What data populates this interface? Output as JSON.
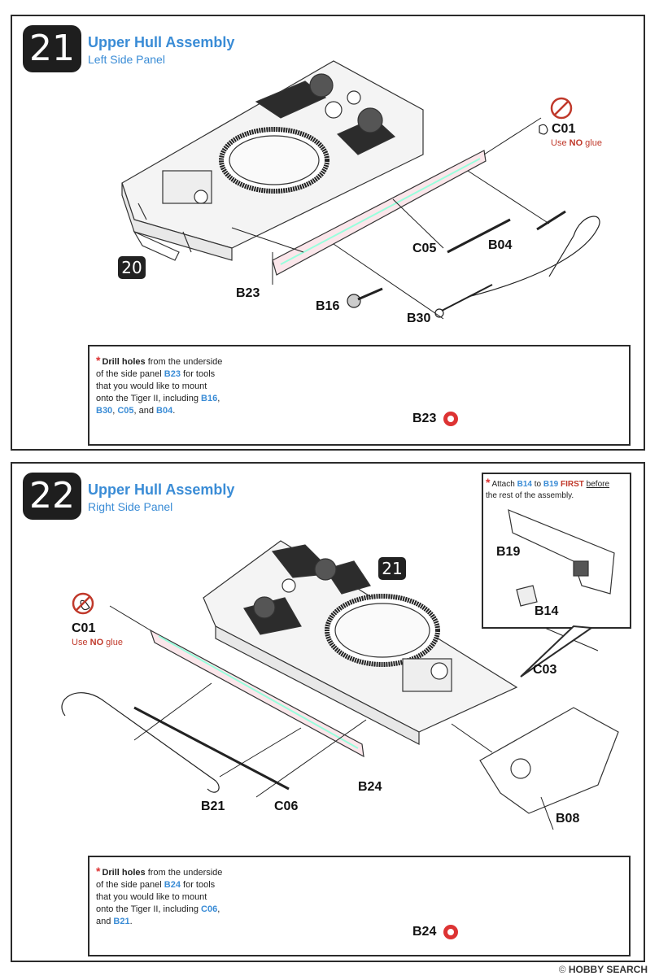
{
  "step21": {
    "number": "21",
    "title": "Upper Hull Assembly",
    "subtitle": "Left Side Panel",
    "ref_badge": "20",
    "parts": {
      "c01": "C01",
      "c05": "C05",
      "b04": "B04",
      "b23": "B23",
      "b16": "B16",
      "b30": "B30"
    },
    "no_glue": {
      "pre": "Use ",
      "bold": "NO",
      "post": " glue"
    },
    "note": {
      "lead": "Drill holes",
      "l1": " from the underside",
      "l2a": "of the side panel ",
      "l2b": "B23",
      "l2c": " for tools",
      "l3": "that you would like to mount",
      "l4a": "onto the Tiger II, including ",
      "l4b": "B16",
      "l4c": ",",
      "l5a": "B30",
      "l5b": ", ",
      "l5c": "C05",
      "l5d": ", and ",
      "l5e": "B04",
      "l5f": "."
    },
    "drill_label": "B23"
  },
  "step22": {
    "number": "22",
    "title": "Upper Hull Assembly",
    "subtitle": "Right Side Panel",
    "ref_badge": "21",
    "parts": {
      "c01": "C01",
      "b21": "B21",
      "c06": "C06",
      "b24": "B24",
      "c03": "C03",
      "b08": "B08",
      "b19": "B19",
      "b14": "B14"
    },
    "no_glue": {
      "pre": "Use ",
      "bold": "NO",
      "post": " glue"
    },
    "attach_note": {
      "a": "Attach ",
      "b": "B14",
      "c": " to ",
      "d": "B19",
      "e": " FIRST",
      "f": " before",
      "g": "the rest of the assembly."
    },
    "note": {
      "lead": "Drill holes",
      "l1": " from the underside",
      "l2a": "of the side panel ",
      "l2b": "B24",
      "l2c": " for tools",
      "l3": "that you would like to mount",
      "l4a": "onto the Tiger II, including ",
      "l4b": "C06",
      "l4c": ",",
      "l5a": "and ",
      "l5b": "B21",
      "l5c": "."
    },
    "drill_label": "B24"
  },
  "footer": {
    "brand": "HOBBY SEARCH",
    "mark": "©"
  },
  "colors": {
    "accent_blue": "#3a8cd6",
    "warning_red": "#c0392b",
    "badge_dark": "#1e1e1e"
  }
}
